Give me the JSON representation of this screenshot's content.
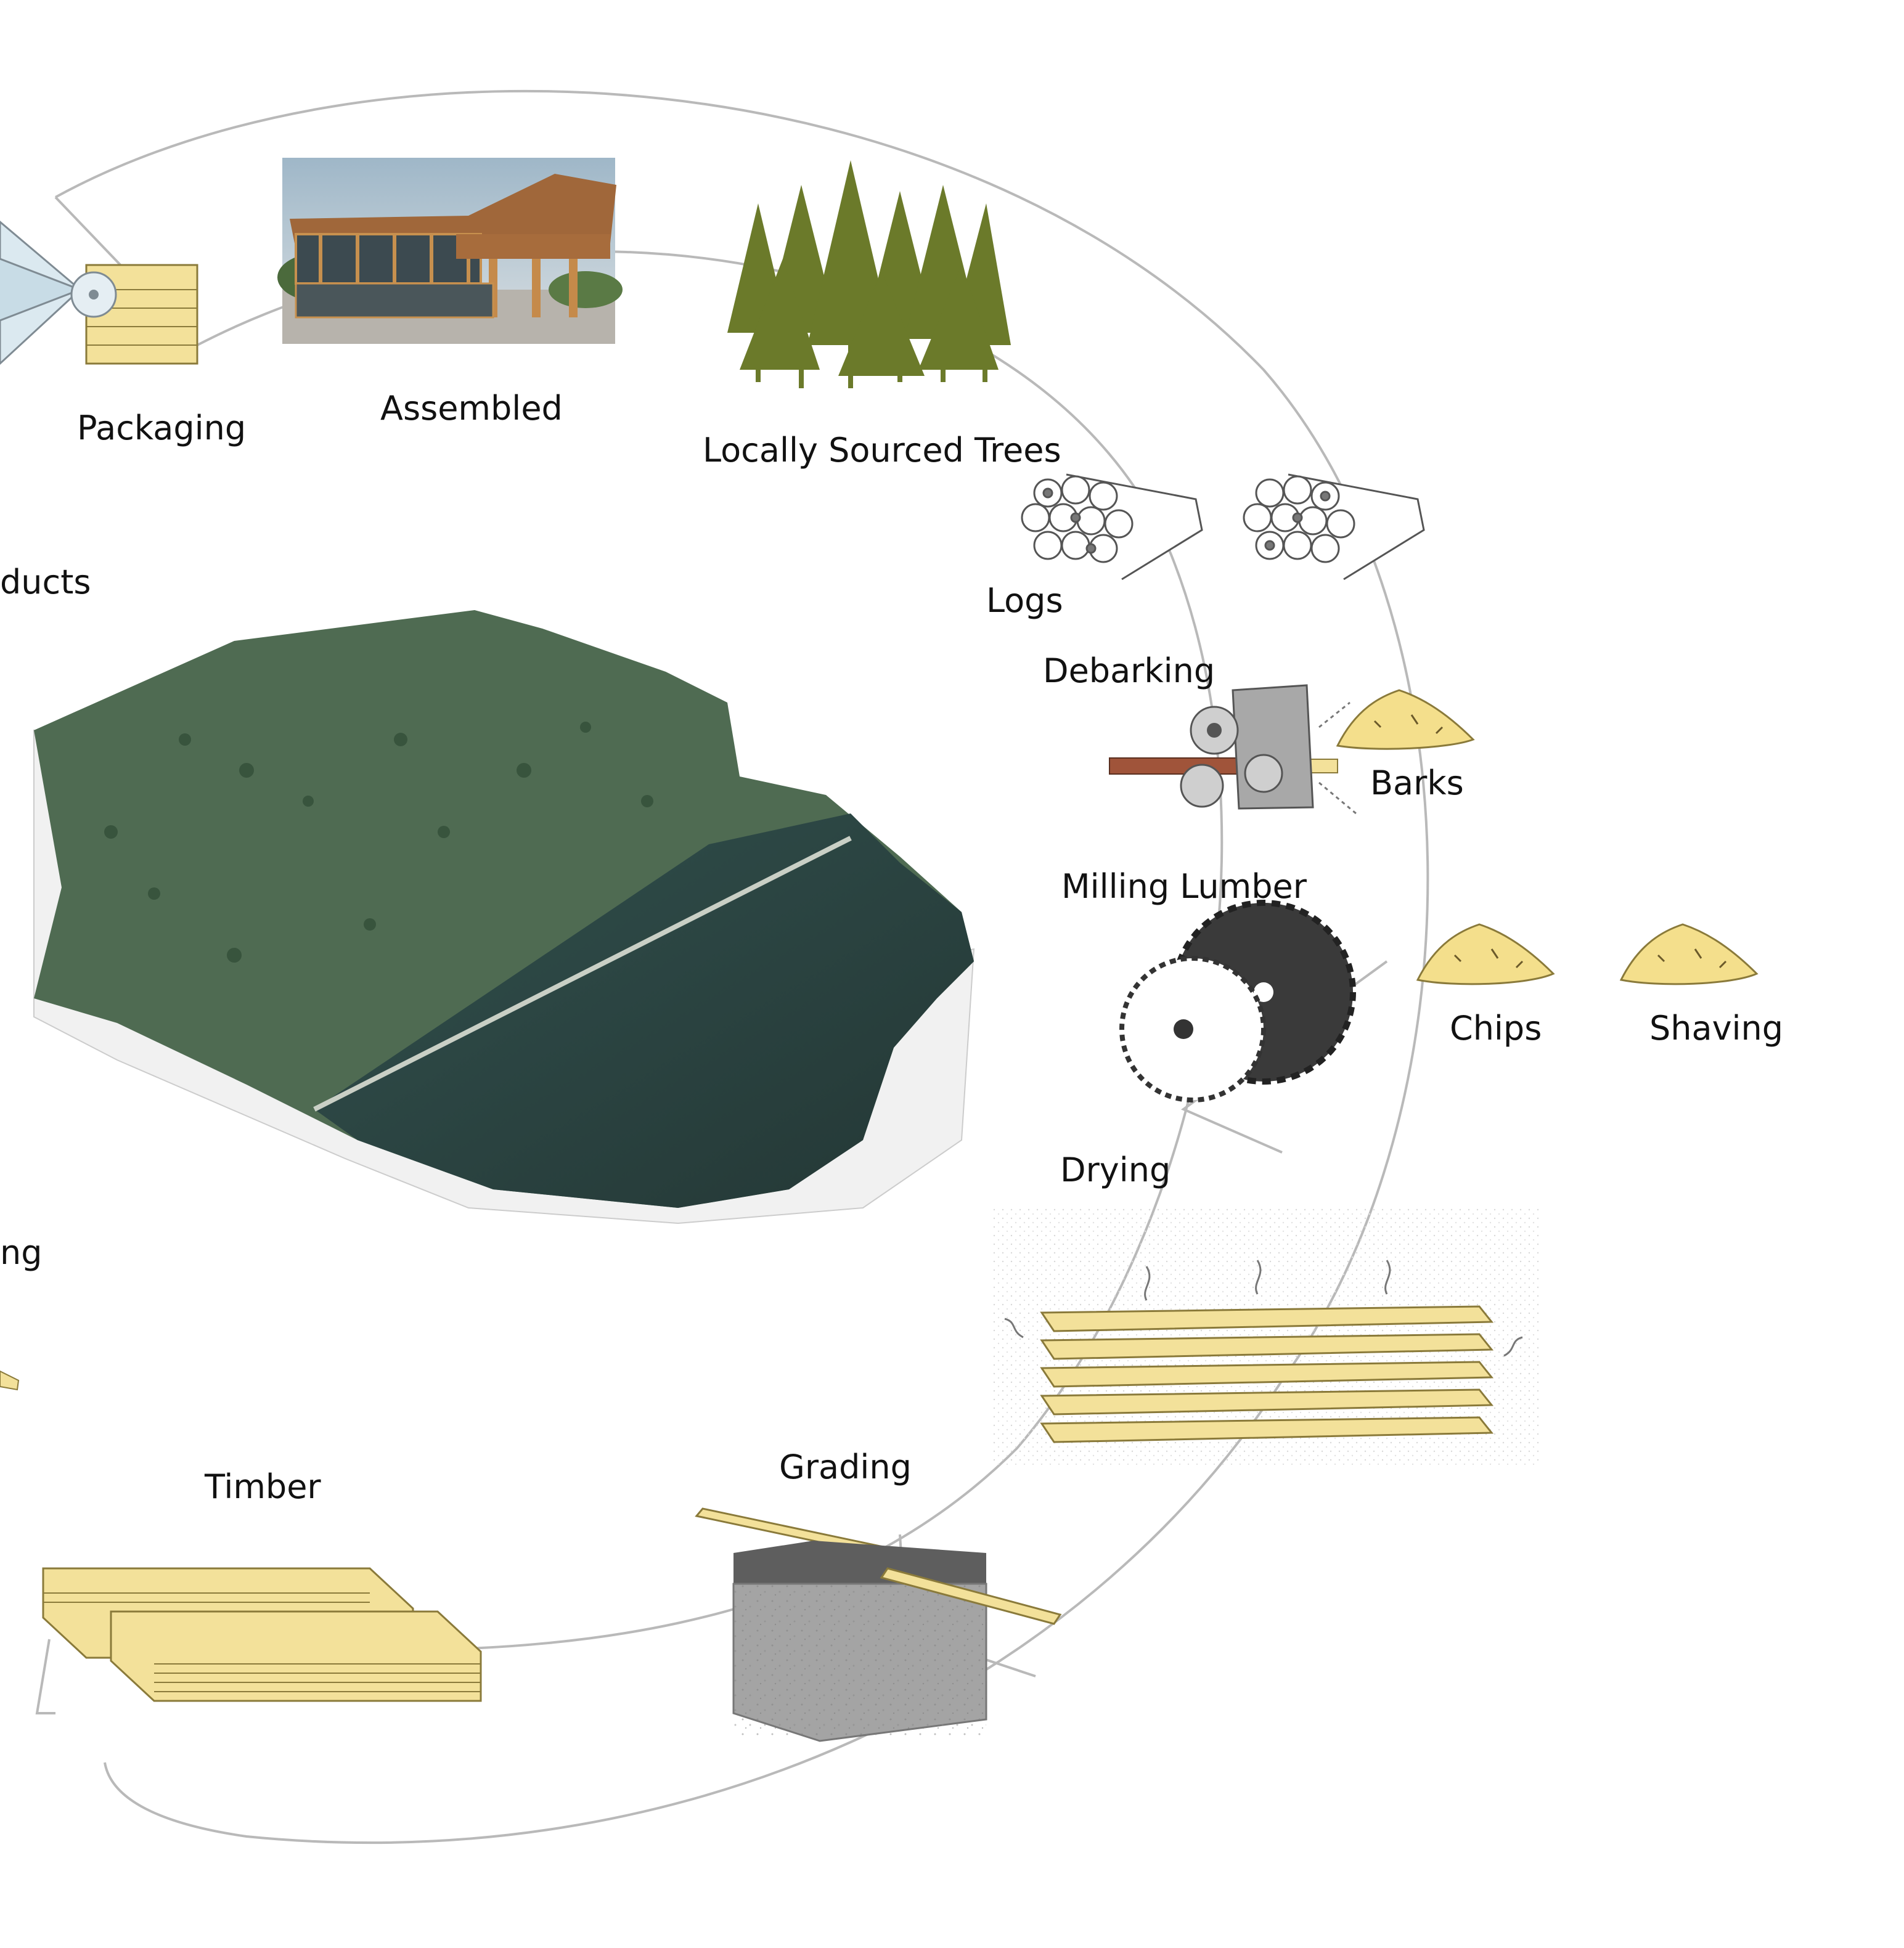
{
  "labels": {
    "packaging": "Packaging",
    "assembled": "Assembled",
    "trees": "Locally Sourced Trees",
    "products_partial": "ducts",
    "logs": "Logs",
    "debarking": "Debarking",
    "barks": "Barks",
    "milling": "Milling Lumber",
    "chips": "Chips",
    "shaving": "Shaving",
    "drying": "Drying",
    "ng_partial": "ng",
    "timber": "Timber",
    "grading": "Grading"
  },
  "colors": {
    "ring_stroke": "#b9b9b9",
    "lumber": "#f3e19a",
    "lumber_stroke": "#8a7a3a",
    "tree": "#6b7a2a",
    "saw": "#3a3a3a",
    "pile": "#f4df8c",
    "terrain": "#4f6b52",
    "water": "#2f4a4a",
    "block": "#9c9c9c"
  },
  "icons": {
    "packaging": "packaging-wrap-icon",
    "assembled": "building-photo",
    "trees": "pine-trees-icon",
    "logs": "log-pile-icon",
    "debarking": "debarking-machine-icon",
    "barks": "bark-pile-icon",
    "milling": "saw-blade-icon",
    "chips": "chips-pile-icon",
    "shaving": "shaving-pile-icon",
    "drying": "drying-lumber-icon",
    "grading": "grading-block-icon",
    "timber": "timber-stack-icon",
    "site": "terrain-model"
  }
}
